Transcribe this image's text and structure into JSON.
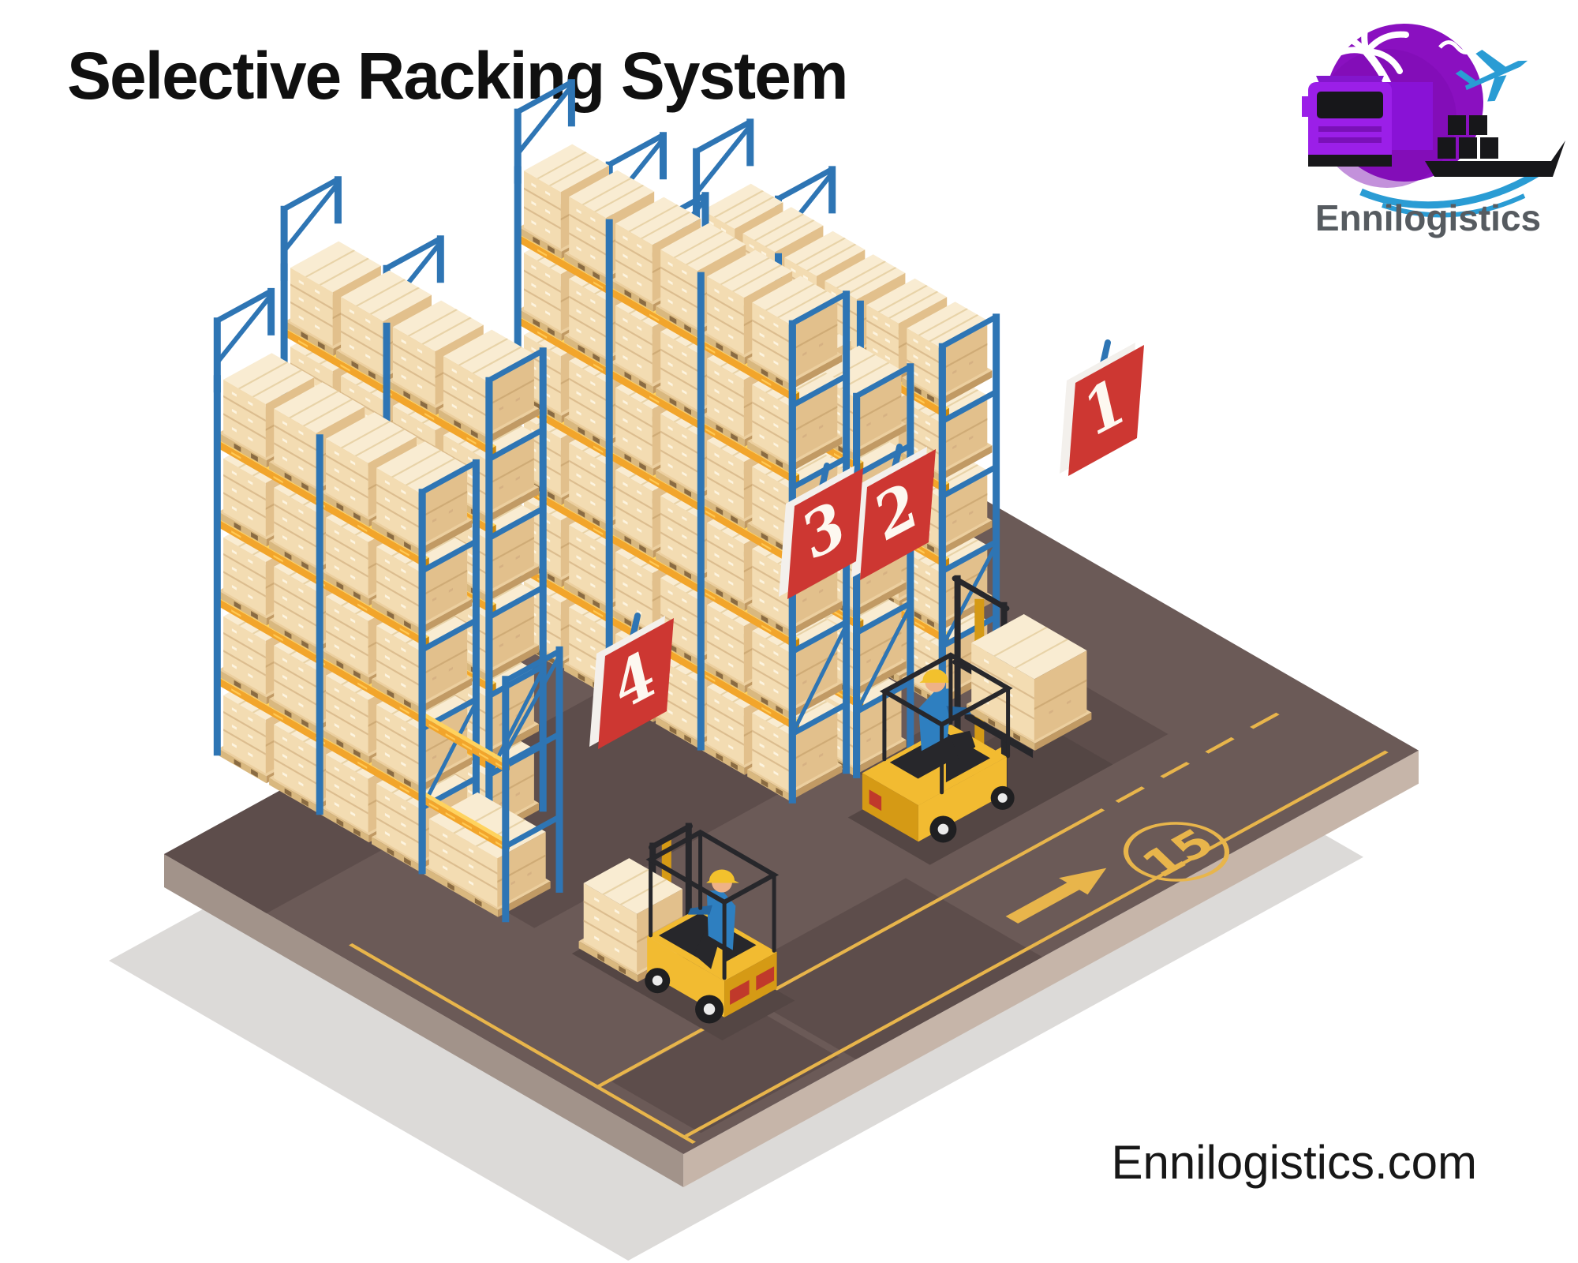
{
  "title": "Selective Racking System",
  "logo": {
    "brand": "Ennilogistics"
  },
  "footer": {
    "website": "Ennilogistics.com"
  },
  "scene": {
    "signs": {
      "s1": "1",
      "s2": "2",
      "s3": "3",
      "s4": "4"
    },
    "floor_marking": "15"
  },
  "colors": {
    "background": "#ffffff",
    "title_text": "#101010",
    "footer_text": "#171717",
    "rack_frame_blue": "#2e75b4",
    "beam_orange": "#f2a52b",
    "box_tan": "#f3dcb2",
    "sign_red": "#cd3732",
    "sign_number_white": "#fdf8f0",
    "floor_brown": "#6b5a57",
    "floor_line_yellow": "#e8b54b",
    "forklift_yellow": "#f2bb31",
    "operator_shirt_blue": "#2e7fc0",
    "helmet_yellow": "#f2c12d",
    "logo_purple": "#8a10c0",
    "logo_blue": "#2a9cd4",
    "logo_ship_black": "#17171a",
    "logo_text_gray": "#565b60",
    "shadow_gray": "#dcdad8"
  }
}
